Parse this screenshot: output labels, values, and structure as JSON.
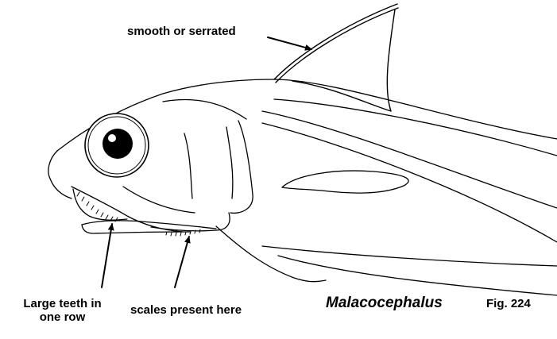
{
  "labels": {
    "fin_spine": "smooth or serrated",
    "teeth_line1": "Large teeth in",
    "teeth_line2": "one row",
    "scales": "scales present here",
    "genus": "Malacocephalus",
    "figure": "Fig. 224"
  }
}
